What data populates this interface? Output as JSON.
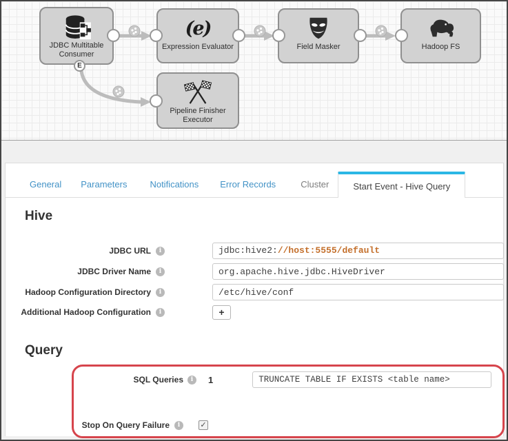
{
  "pipeline": {
    "stages": [
      {
        "name": "JDBC Multitable Consumer",
        "icon": "database-icon",
        "event_badge": "E"
      },
      {
        "name": "Expression Evaluator",
        "icon": "expression-evaluator-icon",
        "glyph": "(e)"
      },
      {
        "name": "Field Masker",
        "icon": "theater-mask-icon"
      },
      {
        "name": "Hadoop FS",
        "icon": "hadoop-elephant-icon"
      },
      {
        "name": "Pipeline Finisher Executor",
        "icon": "checkered-flags-icon"
      }
    ]
  },
  "tabs": {
    "items": [
      {
        "label": "General"
      },
      {
        "label": "Parameters"
      },
      {
        "label": "Notifications"
      },
      {
        "label": "Error Records"
      },
      {
        "label": "Cluster"
      },
      {
        "label": "Start Event - Hive Query"
      }
    ],
    "active_label": "Start Event - Hive Query",
    "active_border_color": "#2bb7e5"
  },
  "hive": {
    "title": "Hive",
    "fields": [
      {
        "label": "JDBC URL",
        "value_prefix": "jdbc:hive2:",
        "value_highlight": "//host:5555/default",
        "highlight_color": "#c4702c"
      },
      {
        "label": "JDBC Driver Name",
        "value": "org.apache.hive.jdbc.HiveDriver"
      },
      {
        "label": "Hadoop Configuration Directory",
        "value": "/etc/hive/conf"
      },
      {
        "label": "Additional Hadoop Configuration",
        "add_button_label": "+"
      }
    ]
  },
  "query": {
    "title": "Query",
    "sql_queries": {
      "label": "SQL Queries",
      "index": "1",
      "value": "TRUNCATE TABLE IF EXISTS <table name>"
    },
    "stop_on_query_failure": {
      "label": "Stop On Query Failure",
      "checked": true,
      "check_glyph": "✓"
    },
    "annotation_color": "#d6444c"
  },
  "icons": {
    "info": "i"
  }
}
